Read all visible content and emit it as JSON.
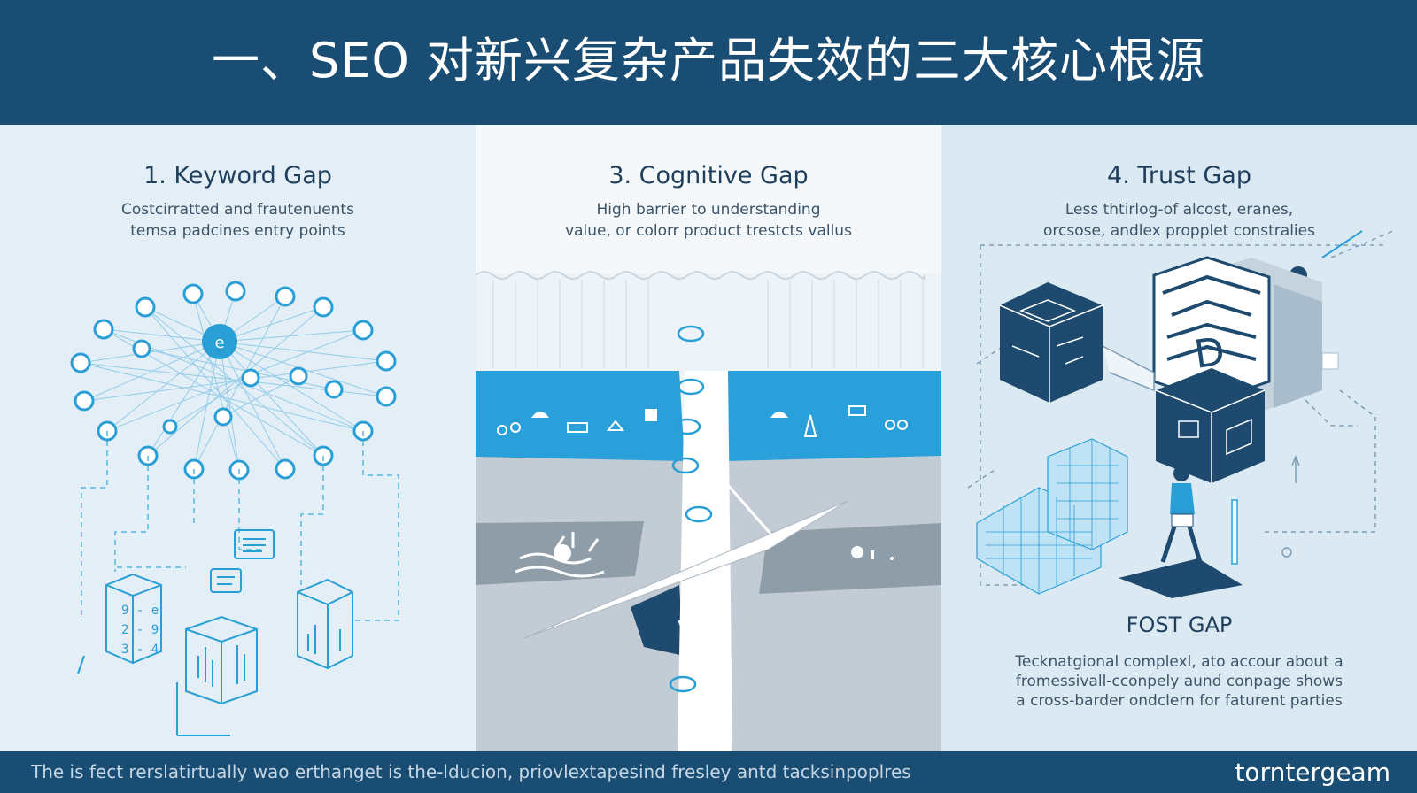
{
  "header": {
    "title": "一、SEO 对新兴复杂产品失效的三大核心根源"
  },
  "panels": [
    {
      "title": "1. Keyword Gap",
      "desc": [
        "Costcirratted and frautenuents",
        "temsa padcines entry points"
      ],
      "cube_labels": [
        "9 - e",
        "2 - 9",
        "3 - 4"
      ]
    },
    {
      "title": "3. Cognitive Gap",
      "desc": [
        "High barrier to understanding",
        "value, or colorr product trestcts vallus"
      ]
    },
    {
      "title": "4. Trust Gap",
      "desc": [
        "Less thtirlog-of alcost, eranes,",
        "orcsose, andlex propplet constralies"
      ],
      "sub_title": "FOST GAP",
      "sub_desc": [
        "Tecknatgional complexl, ato accour about a",
        "fromessivall-cconpely aund conpage shows",
        "a cross-barder ondclern for faturent parties"
      ]
    }
  ],
  "footer": {
    "text": "The is fect rerslatirtually wao erthanget is the-lducion, priovlextapesind fresley antd tacksinpoplres",
    "brand": "torntergeam"
  },
  "colors": {
    "header_bg": "#1a4d73",
    "accent_blue": "#2a9fd6",
    "navy": "#1d4a6e",
    "gray": "#a7b6c2"
  },
  "icons": [
    "network-node-icon",
    "document-icon",
    "chart-cube-icon",
    "stepping-stone-icon",
    "shield-cube-icon",
    "person-icon"
  ]
}
